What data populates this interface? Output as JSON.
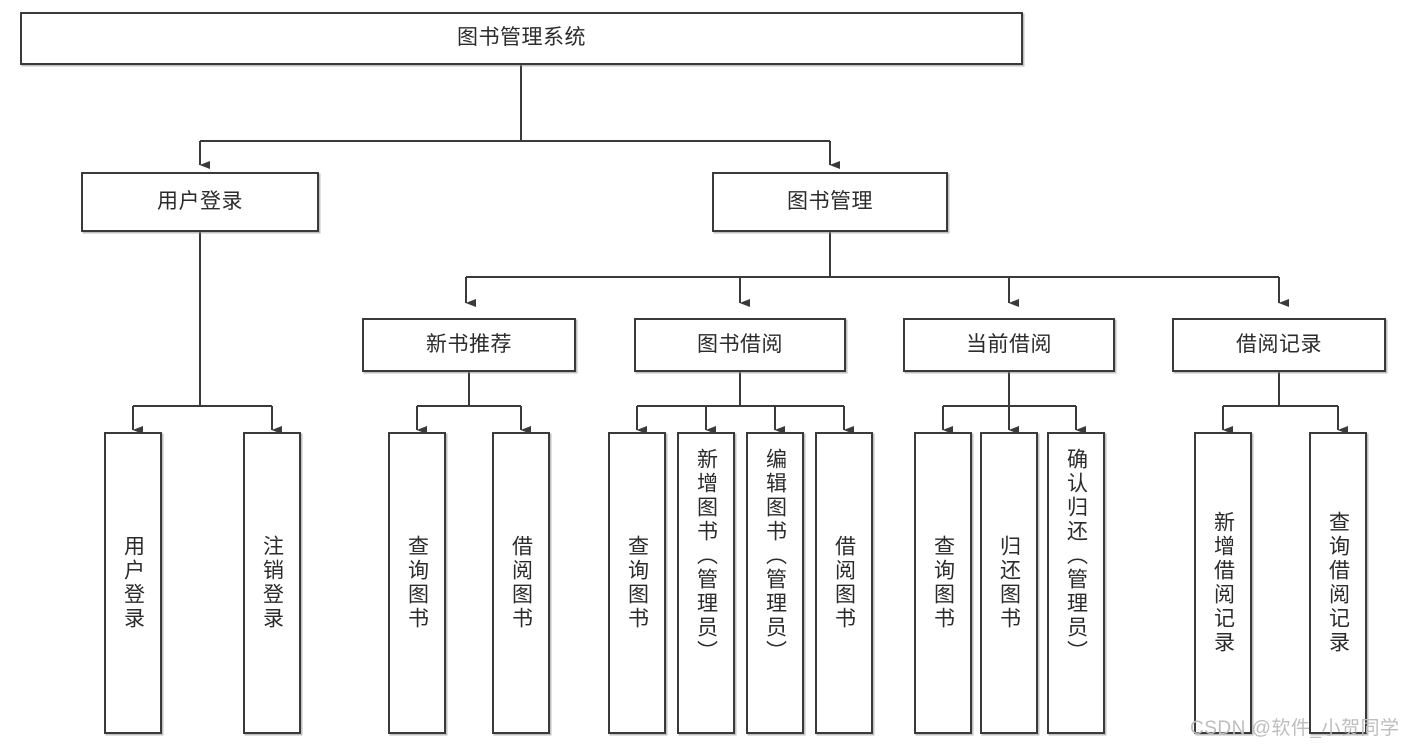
{
  "diagram": {
    "type": "tree-hierarchy-chart",
    "title": "图书管理系统",
    "colors": {
      "border": "#3a3a3a",
      "text": "#2b2b2b",
      "background": "#ffffff",
      "watermark": "#bdbdbd"
    },
    "nodes": {
      "root": {
        "label": "图书管理系统"
      },
      "level2": [
        {
          "id": "user-login",
          "label": "用户登录"
        },
        {
          "id": "book-management",
          "label": "图书管理"
        }
      ],
      "level3": [
        {
          "id": "new-book-recommend",
          "label": "新书推荐"
        },
        {
          "id": "book-borrow",
          "label": "图书借阅"
        },
        {
          "id": "current-borrow",
          "label": "当前借阅"
        },
        {
          "id": "borrow-record",
          "label": "借阅记录"
        }
      ],
      "level4": {
        "user_login": [
          {
            "id": "leaf-user-login",
            "label": "用户登录"
          },
          {
            "id": "leaf-logout-login",
            "label": "注销登录"
          }
        ],
        "new_book_recommend": [
          {
            "id": "leaf-query-book-1",
            "label": "查询图书"
          },
          {
            "id": "leaf-borrow-book-1",
            "label": "借阅图书"
          }
        ],
        "book_borrow": [
          {
            "id": "leaf-query-book-2",
            "label": "查询图书"
          },
          {
            "id": "leaf-add-book",
            "label": "新增图书（管理员）"
          },
          {
            "id": "leaf-edit-book",
            "label": "编辑图书（管理员）"
          },
          {
            "id": "leaf-borrow-book-2",
            "label": "借阅图书"
          }
        ],
        "current_borrow": [
          {
            "id": "leaf-query-book-3",
            "label": "查询图书"
          },
          {
            "id": "leaf-return-book",
            "label": "归还图书"
          },
          {
            "id": "leaf-confirm-return",
            "label": "确认归还（管理员）"
          }
        ],
        "borrow_record": [
          {
            "id": "leaf-add-borrow-record",
            "label": "新增借阅记录"
          },
          {
            "id": "leaf-query-borrow-record",
            "label": "查询借阅记录"
          }
        ]
      }
    }
  },
  "watermark": {
    "text": "CSDN @软件_小贺同学"
  }
}
